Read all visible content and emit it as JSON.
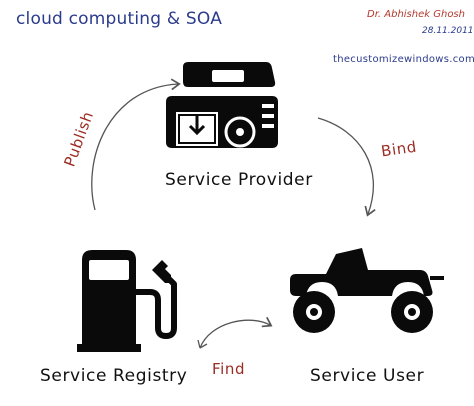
{
  "header": {
    "title": "cloud computing & SOA",
    "author": "Dr. Abhishek Ghosh",
    "date": "28.11.2011",
    "site": "thecustomizewindows.com"
  },
  "nodes": {
    "provider": {
      "label": "Service Provider",
      "icon": "camper-trailer-icon"
    },
    "registry": {
      "label": "Service Registry",
      "icon": "fuel-pump-icon"
    },
    "user": {
      "label": "Service User",
      "icon": "jeep-icon"
    }
  },
  "edges": {
    "publish": "Publish",
    "bind": "Bind",
    "find": "Find"
  },
  "colors": {
    "title": "#2b3b8c",
    "author": "#b33a2e",
    "edge_label": "#9b2c23",
    "arrow": "#555555",
    "icon": "#0a0a0a"
  }
}
